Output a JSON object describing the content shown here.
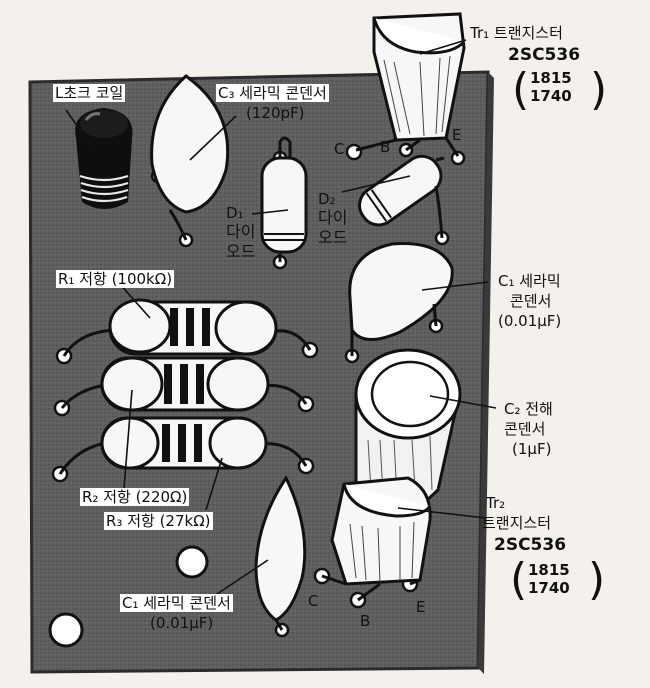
{
  "colors": {
    "board": "#5f5f5f",
    "board_edge": "#2b2b2b",
    "component": "#f7f7f7",
    "ink": "#111111",
    "background": "#f4f1ec"
  },
  "labels": {
    "l_choke": "L초크 코일",
    "c3": "C₃ 세라믹 콘덴서",
    "c3_value": "(120pF)",
    "tr1_name": "Tr₁ 트랜지스터",
    "tr1_part": "2SC536",
    "tr1_alt1": "1815",
    "tr1_alt2": "1740",
    "tr1_c": "C",
    "tr1_b": "B",
    "tr1_e": "E",
    "d1_name": "D₁",
    "d1_text": "다이오드",
    "d2_name": "D₂",
    "d2_text": "다이오드",
    "r1": "R₁ 저항 (100kΩ)",
    "c1_top_line1": "C₁ 세라믹",
    "c1_top_line2": "콘덴서",
    "c1_top_value": "(0.01μF)",
    "c2_line1": "C₂ 전해",
    "c2_line2": "콘덴서",
    "c2_value": "(1μF)",
    "r2": "R₂ 저항 (220Ω)",
    "r3": "R₃ 저항 (27kΩ)",
    "tr2_name": "Tr₂",
    "tr2_text": "트랜지스터",
    "tr2_part": "2SC536",
    "tr2_alt1": "1815",
    "tr2_alt2": "1740",
    "tr2_c": "C",
    "tr2_b": "B",
    "tr2_e": "E",
    "c1_bottom_line1": "C₁ 세라믹 콘덴서",
    "c1_bottom_value": "(0.01μF)"
  }
}
